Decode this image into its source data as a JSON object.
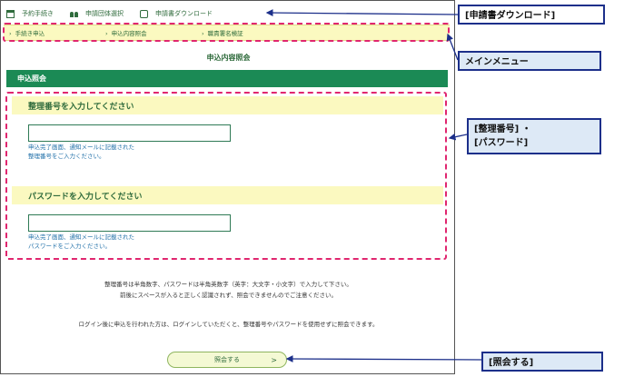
{
  "topnav": {
    "items": [
      {
        "label": "予約手続き",
        "icon": "calendar-icon"
      },
      {
        "label": "申請団体選択",
        "icon": "people-icon"
      },
      {
        "label": "申請書ダウンロード",
        "icon": "download-icon"
      }
    ]
  },
  "menubar": {
    "items": [
      {
        "label": "手続き申込"
      },
      {
        "label": "申込内容照会"
      },
      {
        "label": "職責署名検証"
      }
    ]
  },
  "page": {
    "title": "申込内容照会",
    "section_title": "申込照会"
  },
  "form": {
    "number": {
      "heading": "整理番号を入力してください",
      "value": "",
      "hint_line1": "申込完了画面、通知メールに記載された",
      "hint_line2": "整理番号をご入力ください。"
    },
    "password": {
      "heading": "パスワードを入力してください",
      "value": "",
      "hint_line1": "申込完了画面、通知メールに記載された",
      "hint_line2": "パスワードをご入力ください。"
    }
  },
  "notes": {
    "line1": "整理番号は半角数字、パスワードは半角英数字（英字：大文字・小文字）で入力して下さい。",
    "line2": "前後にスペースが入ると正しく認識されず、照会できませんのでご注意ください。",
    "line3": "ログイン後に申込を行われた方は、ログインしていただくと、整理番号やパスワードを使用せずに照会できます。"
  },
  "button": {
    "label": "照会する",
    "chevron": ">"
  },
  "callouts": {
    "download": "[申請書ダウンロード]",
    "menu": "メインメニュー",
    "fields_line1": "[整理番号] ・",
    "fields_line2": "[パスワード]",
    "submit": "[照会する]"
  },
  "colors": {
    "accent_green": "#1b8a55",
    "menu_yellow": "#fbf9c0",
    "highlight_pink": "#e0266f",
    "callout_border": "#1c2f8a",
    "hint_blue": "#1f6fa8"
  }
}
